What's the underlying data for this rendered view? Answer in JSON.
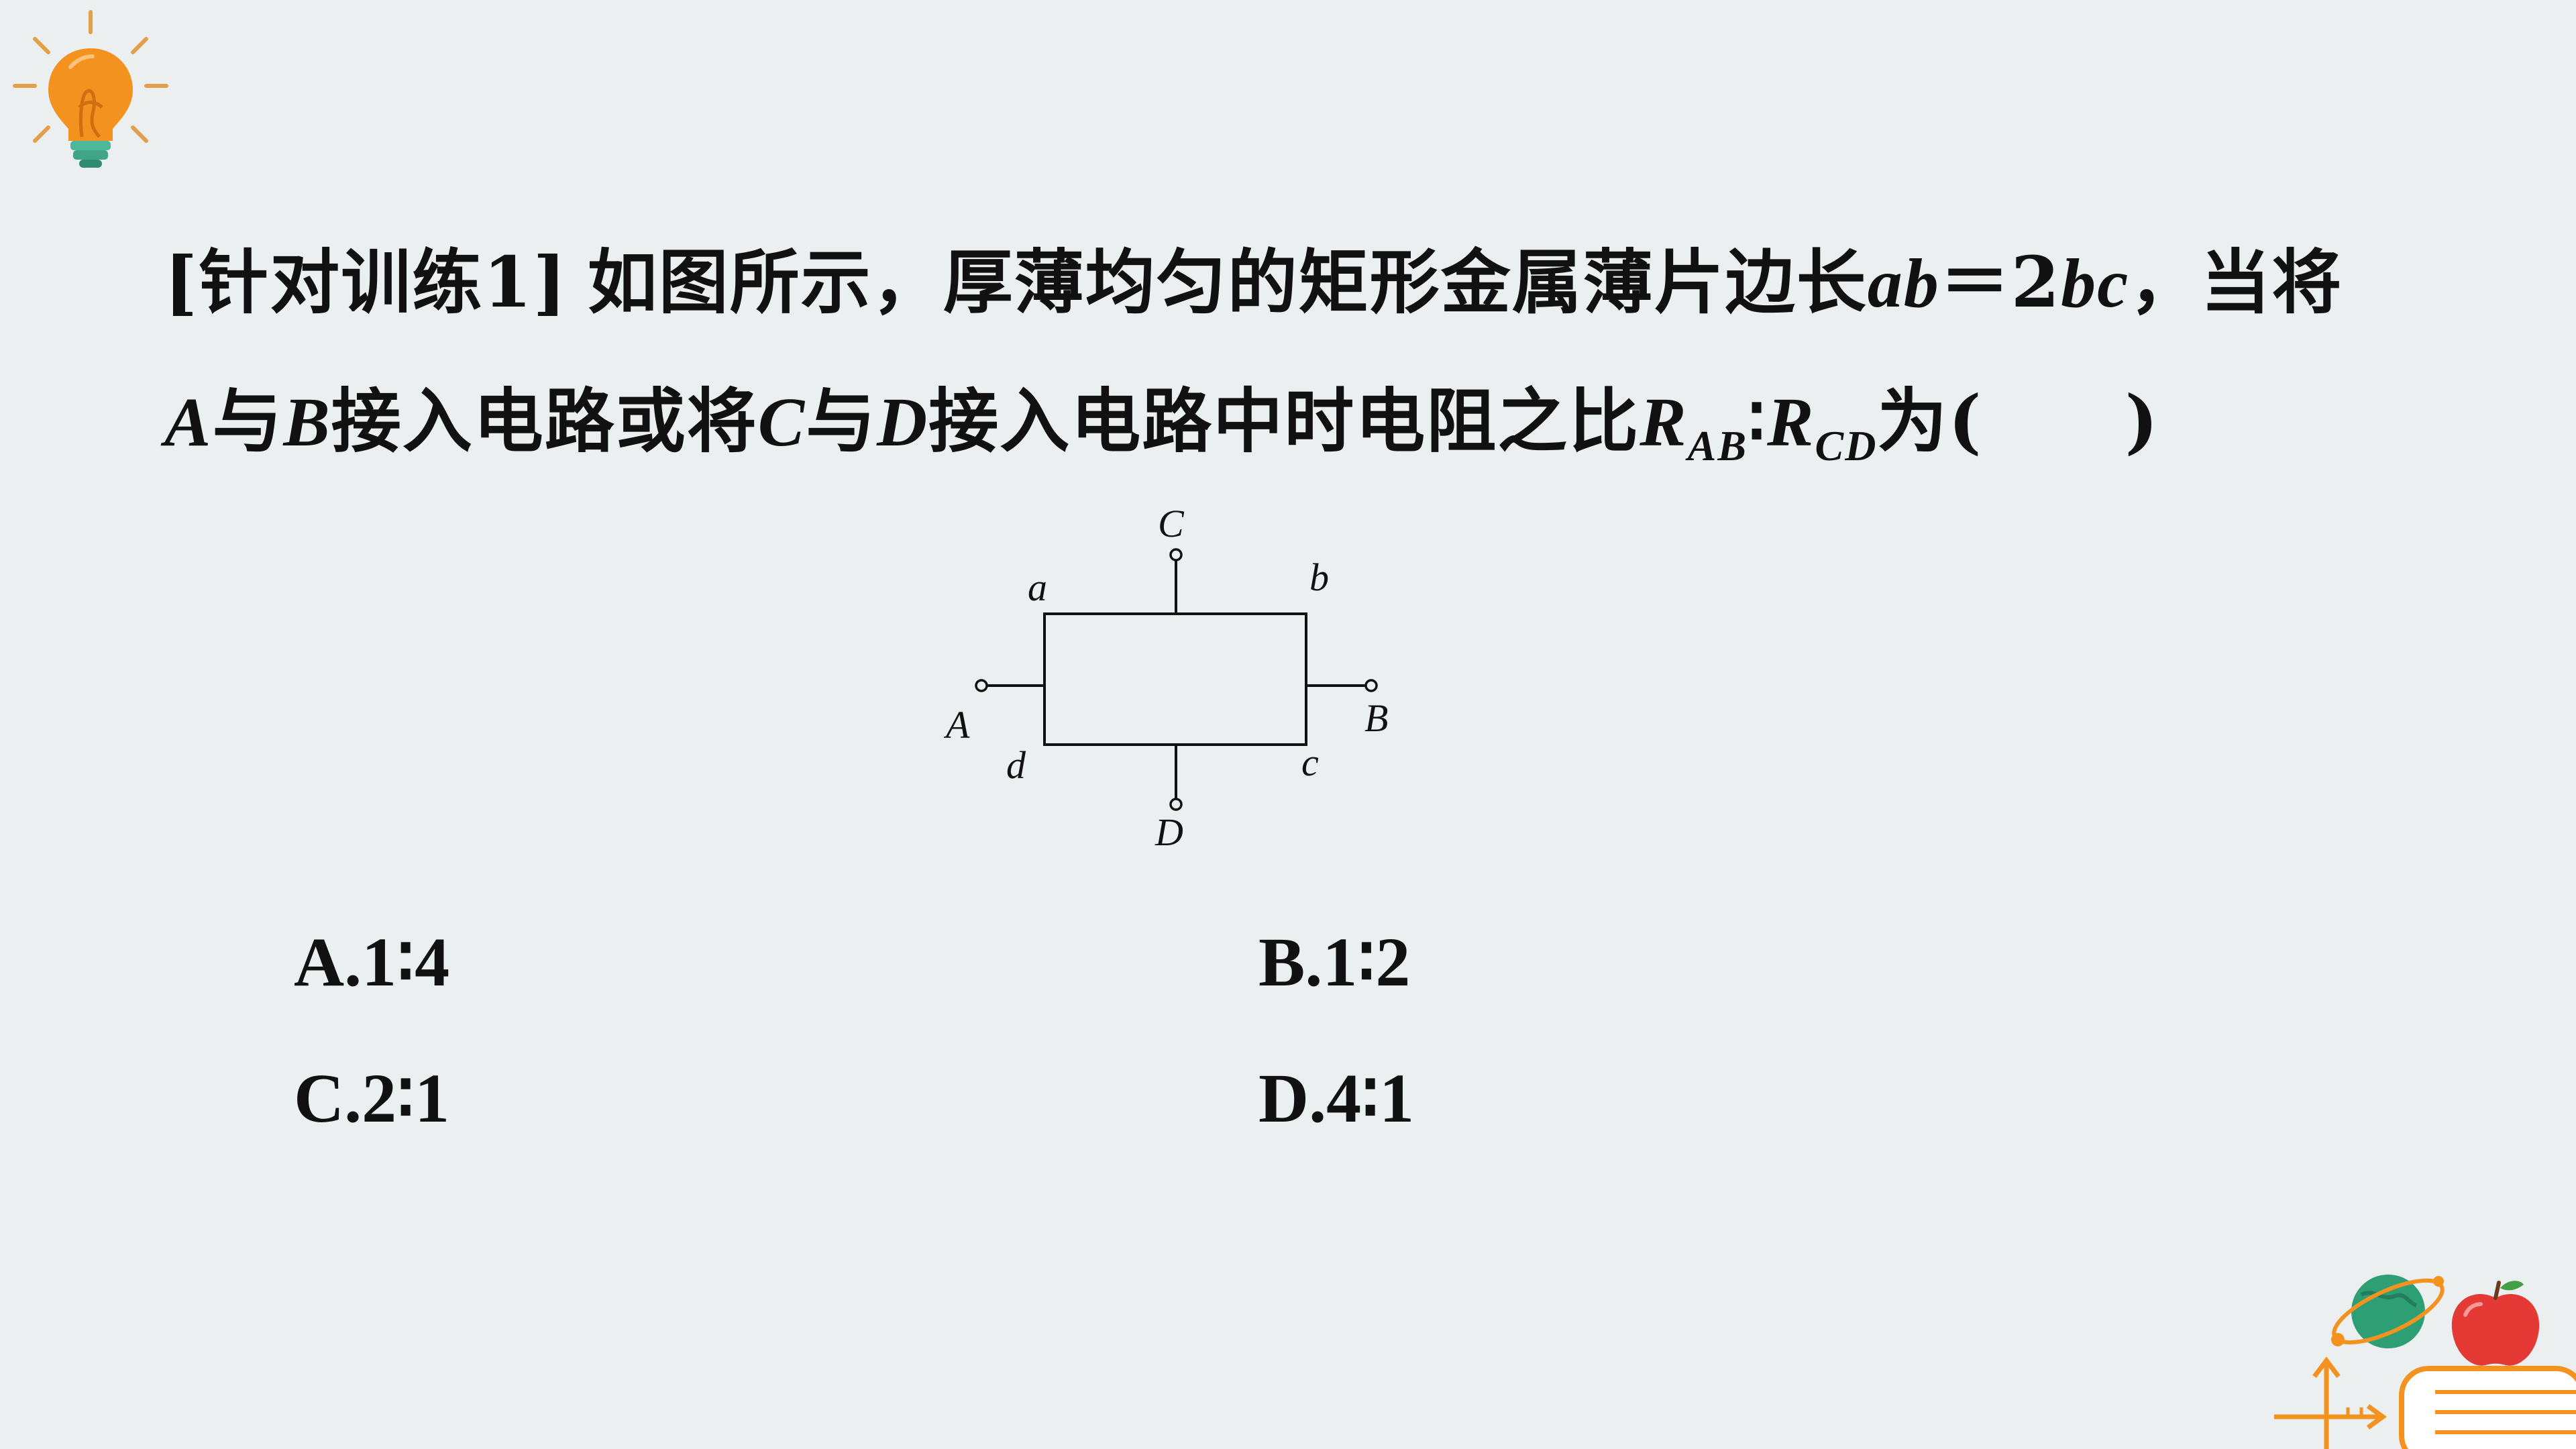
{
  "question": {
    "label": "[针对训练1]",
    "seg1": "如图所示，厚薄均匀的矩形金属薄片边长",
    "ab": "ab",
    "eq": "＝2",
    "bc": "bc",
    "seg2": "，当将",
    "A": "A",
    "yu1": "与",
    "B": "B",
    "seg3": "接入电路或将",
    "C": "C",
    "yu2": "与",
    "D": "D",
    "seg4": "接入电路中时电阻之比",
    "R1": "R",
    "sub1": "AB",
    "ratio": "∶",
    "R2": "R",
    "sub2": "CD",
    "seg5": "为(　　)"
  },
  "diagram": {
    "labels": {
      "a": "a",
      "b": "b",
      "c": "c",
      "d": "d",
      "A": "A",
      "B": "B",
      "C": "C",
      "D": "D"
    }
  },
  "options": [
    {
      "text": "A.1∶4"
    },
    {
      "text": "B.1∶2"
    },
    {
      "text": "C.2∶1"
    },
    {
      "text": "D.4∶1"
    }
  ],
  "icons": {
    "corner_top_left": "lightbulb-icon",
    "corner_bottom_right": "school-supplies-icon"
  },
  "colors": {
    "background": "#ECEFF0",
    "text": "#111111",
    "bulb_orange": "#F4921F",
    "bulb_base": "#4DB79B",
    "ray": "#E3A04B",
    "globe": "#2E9E74",
    "apple": "#E53935"
  }
}
